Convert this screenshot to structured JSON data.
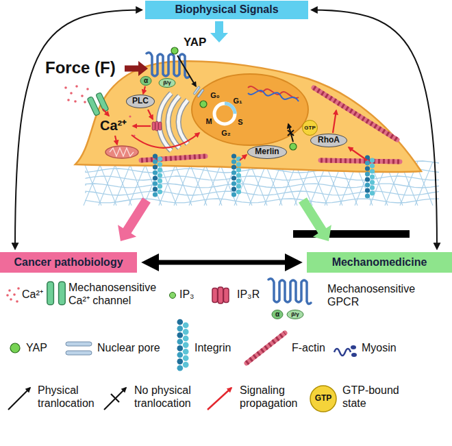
{
  "diagram": {
    "nodes": [
      {
        "text": [
          "Biophysical Signals"
        ]
      },
      {
        "text": [
          "PLC"
        ]
      },
      {
        "text": [
          "GTP"
        ]
      },
      {
        "text": [
          "Merlin"
        ]
      },
      {
        "text": [
          "RhoA"
        ]
      },
      {
        "text": [
          "Cancer pathobiology"
        ]
      },
      {
        "text": [
          "Mechanomedicine"
        ]
      }
    ],
    "edges": [
      {
        "from": 0,
        "to": 5,
        "arrow": "both"
      },
      {
        "from": 0,
        "to": 6,
        "arrow": "both"
      },
      {
        "from": 5,
        "to": 6,
        "arrow": "both"
      }
    ],
    "labels": [
      "Force (F)",
      "YAP",
      "α",
      "β/γ",
      "Ca²⁺",
      "G₀",
      "G₁",
      "M",
      "S",
      "G₂",
      "α",
      "β/γ",
      "GTP"
    ],
    "legend": [
      {
        "text": "Ca²⁺"
      },
      {
        "text": "Mechanosensitive Ca²⁺ channel"
      },
      {
        "text": "IP₃"
      },
      {
        "text": "IP₃R"
      },
      {
        "text": "Mechanosensitive GPCR"
      },
      {
        "text": "YAP"
      },
      {
        "text": "Nuclear pore"
      },
      {
        "text": "Integrin"
      },
      {
        "text": "F-actin"
      },
      {
        "text": "Myosin"
      },
      {
        "text": "Physical tranlocation"
      },
      {
        "text": "No physical tranlocation"
      },
      {
        "text": "Signaling propagation"
      },
      {
        "text": "GTP-bound state"
      }
    ]
  }
}
